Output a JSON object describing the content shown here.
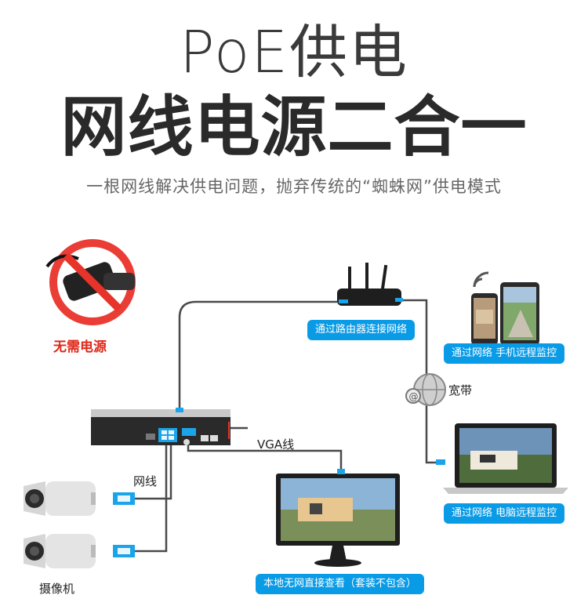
{
  "header": {
    "title_line1": "PoE供电",
    "title_line2": "网线电源二合一",
    "subtitle": "一根网线解决供电问题，抛弃传统的“蜘蛛网”供电模式"
  },
  "labels": {
    "no_power": "无需电源",
    "router_caption": "通过路由器连接网络",
    "phone_caption": "通过网络 手机远程监控",
    "broadband": "宽带",
    "vga": "VGA线",
    "network_cable": "网线",
    "camera": "摄像机",
    "pc_caption": "通过网络 电脑远程监控",
    "monitor_caption": "本地无网直接查看（套装不包含）"
  },
  "colors": {
    "pill_bg": "#0a9be6",
    "connector": "#1aa5ea",
    "no_sign": "#e8332a",
    "cable": "#4a4a4a"
  },
  "icons": [
    "no-power-adapter-icon",
    "router-icon",
    "wifi-icon",
    "phone-icon",
    "tablet-icon",
    "internet-globe-icon",
    "laptop-icon",
    "nvr-icon",
    "monitor-icon",
    "bullet-camera-icon"
  ]
}
